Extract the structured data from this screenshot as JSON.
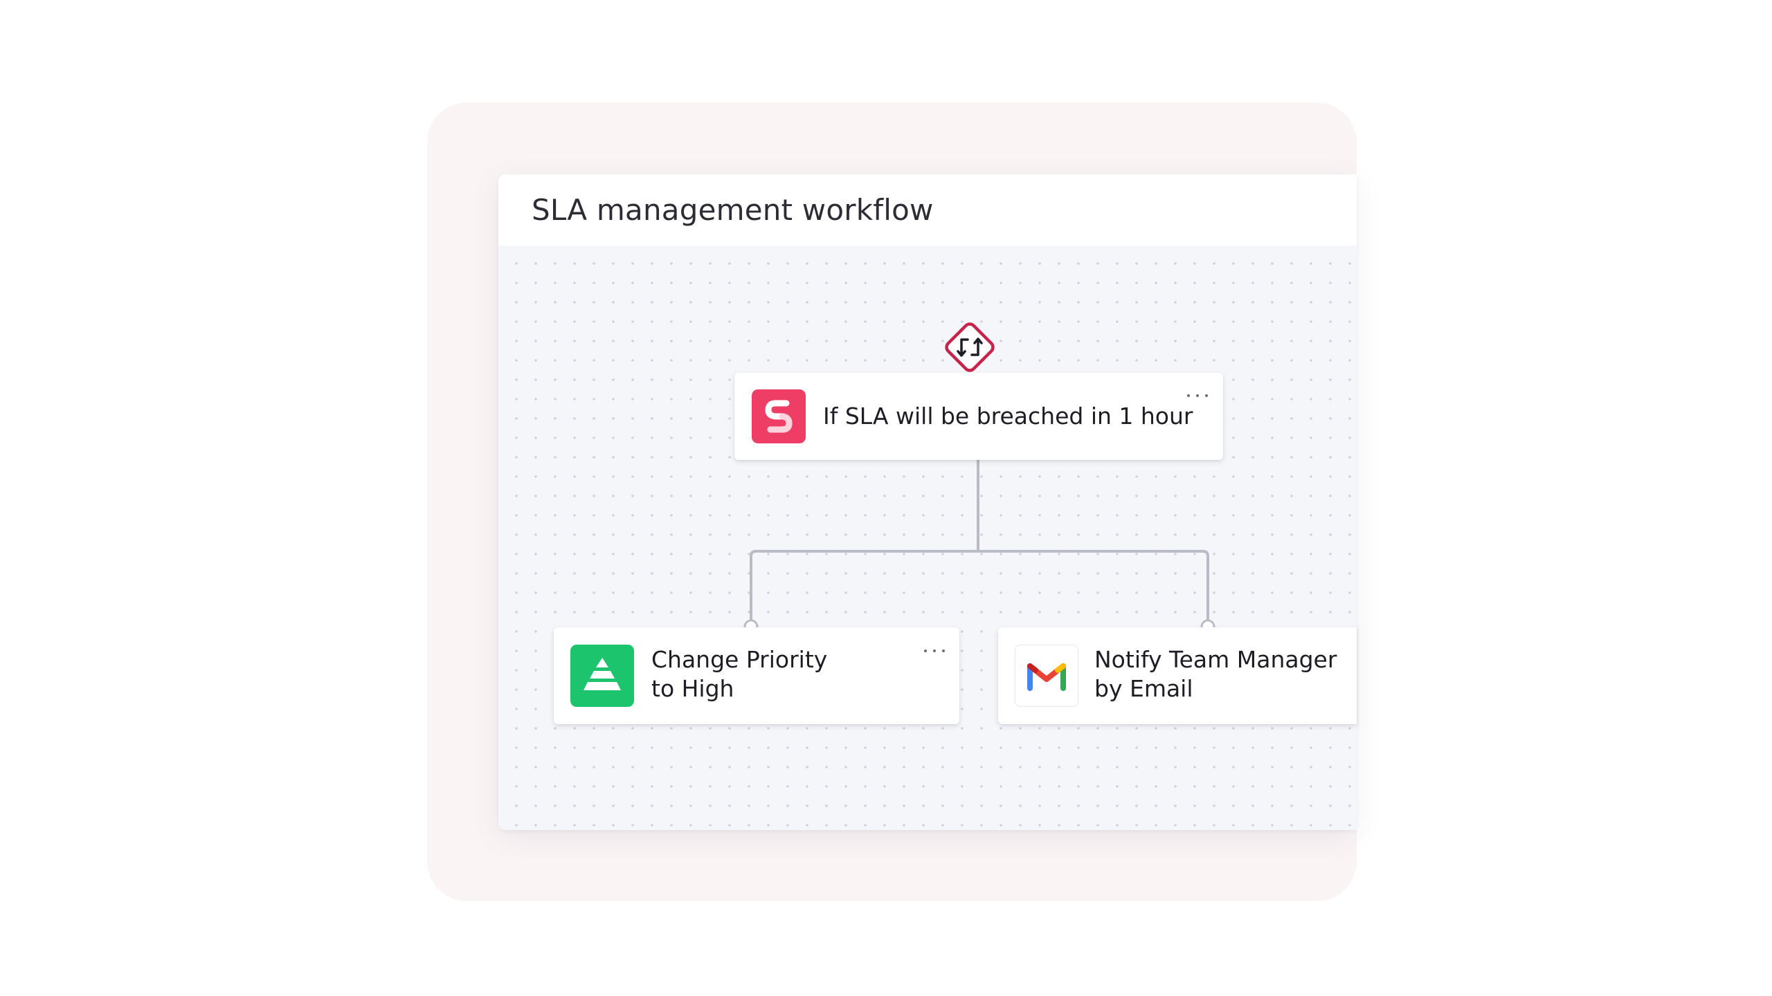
{
  "workflow": {
    "title": "SLA management workflow"
  },
  "trigger": {
    "icon": "branch-arrows-icon",
    "accent": "#c8234a"
  },
  "nodes": {
    "condition": {
      "label": "If SLA will be breached in 1 hour",
      "icon": "sla-app-icon",
      "icon_color": "#ef3e65"
    },
    "change_priority": {
      "label_line1": "Change Priority",
      "label_line2": "to High",
      "icon": "priority-pyramid-icon",
      "icon_color": "#1dc46e"
    },
    "notify_manager": {
      "label_line1": "Notify Team Manager",
      "label_line2": "by Email",
      "icon": "gmail-icon"
    }
  },
  "connector_color": "#b9bcc6"
}
